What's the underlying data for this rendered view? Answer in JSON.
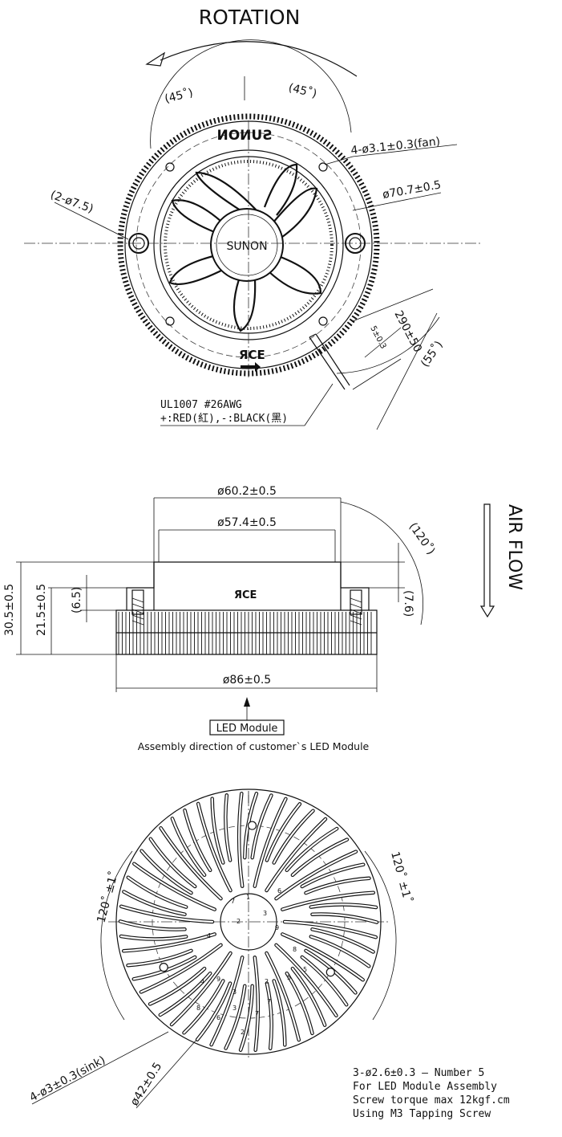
{
  "top_view": {
    "rotation_label": "ROTATION",
    "angle_left": "(45˚)",
    "angle_right": "(45˚)",
    "brand_mirrored": "SUNON",
    "hub_label": "SUNON",
    "fan_holes": "4-ø3.1±0.3(fan)",
    "diameter_outer": "ø70.7±0.5",
    "side_holes": "(2-ø7.5)",
    "cable_length": "290±50",
    "strip_length": "5±0.3",
    "cable_angle": "(55˚)",
    "wire_spec": "UL1007  #26AWG",
    "wire_colors": "+:RED(紅),-:BLACK(黑)",
    "cert_mark": "ЯCE"
  },
  "side_view": {
    "dia_top": "ø60.2±0.5",
    "dia_inner": "ø57.4±0.5",
    "dia_base": "ø86±0.5",
    "height_total": "30.5±0.5",
    "height_sink": "21.5±0.5",
    "height_step": "(6.5)",
    "height_ring": "(7.6)",
    "angle": "(120˚)",
    "airflow": "AIR FLOW",
    "led_module": "LED Module",
    "assembly_note": "Assembly direction of customer`s LED Module",
    "cert_mark": "ЯCE"
  },
  "bottom_view": {
    "angle_left": "120˚ ±1˚",
    "angle_right": "120˚ ±1˚",
    "sink_holes": "4-ø3±0.3(sink)",
    "pitch_diameter": "ø42±0.5",
    "note_line1": "3-ø2.6±0.3   – Number 5",
    "note_line2": "For LED Module Assembly",
    "note_line3": "Screw torque max 12kgf.cm",
    "note_line4": "Using M3 Tapping Screw",
    "screw_numbers": [
      "1",
      "2",
      "3",
      "4",
      "5",
      "6",
      "7",
      "8",
      "9",
      "2",
      "3",
      "7",
      "6",
      "4",
      "5",
      "3",
      "7",
      "2",
      "8",
      "9"
    ]
  }
}
